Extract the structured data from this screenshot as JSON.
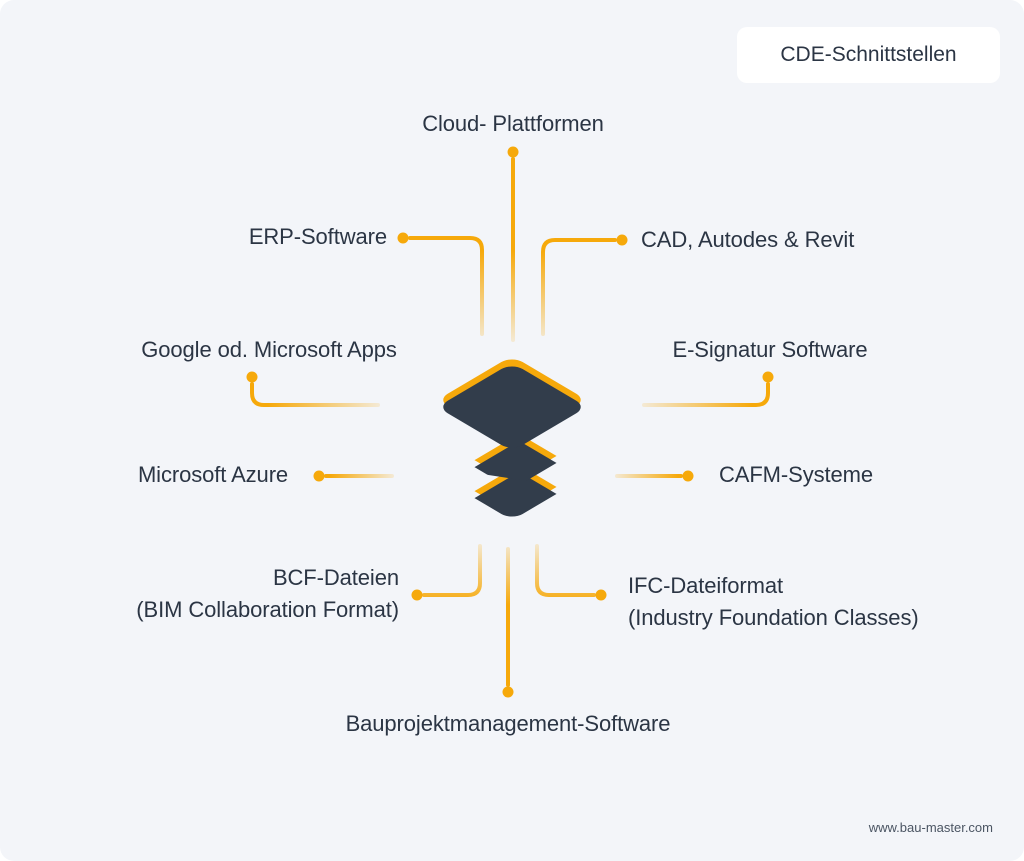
{
  "badge": {
    "label": "CDE-Schnittstellen"
  },
  "nodes": {
    "cloud": {
      "label": "Cloud- Plattformen"
    },
    "erp": {
      "label": "ERP-Software"
    },
    "cad": {
      "label": "CAD, Autodes & Revit"
    },
    "google": {
      "label": "Google od. Microsoft Apps"
    },
    "esignatur": {
      "label": "E-Signatur Software"
    },
    "azure": {
      "label": "Microsoft Azure"
    },
    "cafm": {
      "label": "CAFM-Systeme"
    },
    "bcf": {
      "label": "BCF-Dateien",
      "sublabel": "(BIM Collaboration Format)"
    },
    "ifc": {
      "label": "IFC-Dateiformat",
      "sublabel": "(Industry Foundation Classes)"
    },
    "bau": {
      "label": "Bauprojektmanagement-Software"
    }
  },
  "center_icon": "layers-stack-icon",
  "footer": {
    "url": "www.bau-master.com"
  },
  "colors": {
    "background": "#F3F5F9",
    "accent_yellow": "#F6A90B",
    "text_dark": "#2B3544",
    "icon_dark": "#323D4B",
    "badge_background": "#FFFFFF",
    "footer_text": "#4B5563"
  }
}
